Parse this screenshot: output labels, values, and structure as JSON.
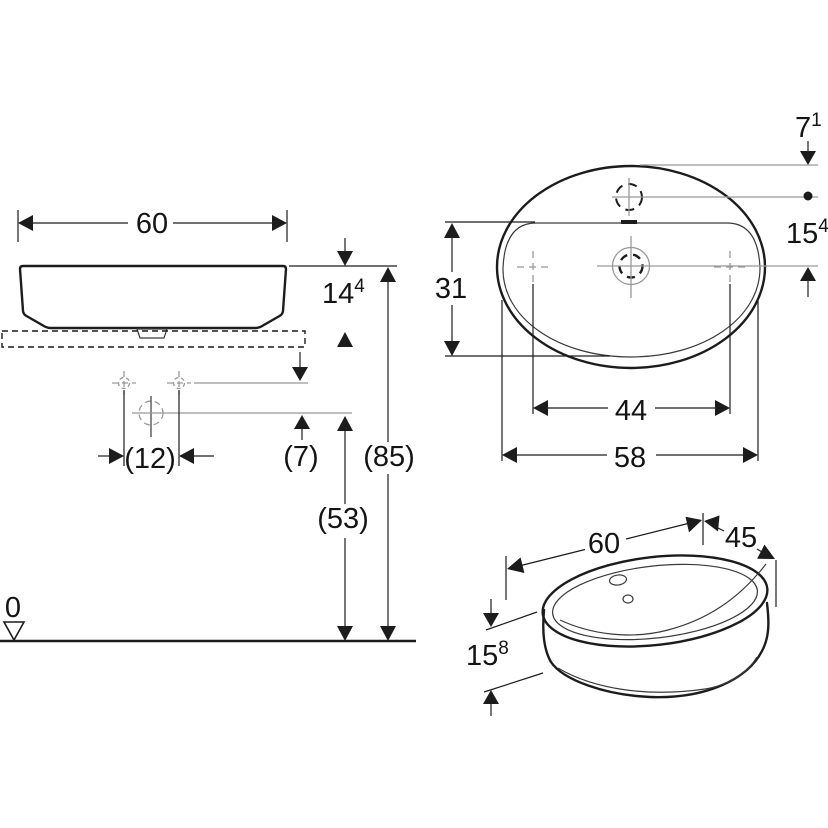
{
  "colors": {
    "line": "#1c1c1c",
    "centerline": "#999999"
  },
  "front_view": {
    "width": "60",
    "height": {
      "base": "14",
      "sup": "4"
    }
  },
  "installation": {
    "hole_spacing": "(12)",
    "hole_offset": "(7)",
    "rim_height": "(85)",
    "outlet_height": "(53)",
    "floor_datum": "0"
  },
  "plan_view": {
    "bowl_depth": "31",
    "side_hole_spacing": "44",
    "overall_width": "58",
    "rear_to_tap": {
      "base": "7",
      "sup": "1"
    },
    "tap_to_axis": {
      "base": "15",
      "sup": "4"
    }
  },
  "iso_view": {
    "width": "60",
    "depth": "45",
    "height": {
      "base": "15",
      "sup": "8"
    }
  }
}
